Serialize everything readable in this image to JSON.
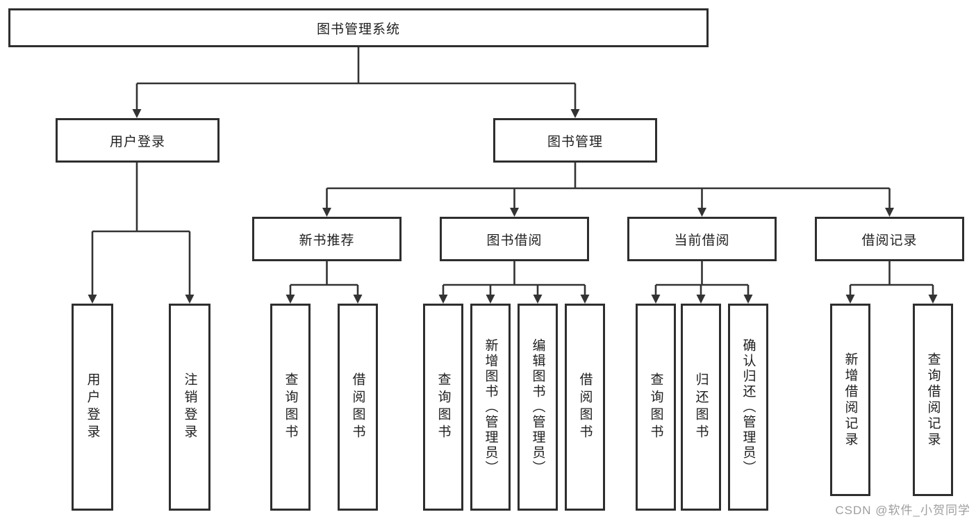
{
  "colors": {
    "line": "#333333",
    "box_border": "#2e2e2e",
    "text": "#1f1f1f",
    "watermark": "#9e9e9e",
    "background": "#ffffff"
  },
  "watermark": "CSDN @软件_小贺同学",
  "tree": {
    "root": {
      "label": "图书管理系统"
    },
    "level2": [
      {
        "label": "用户登录",
        "children": [
          {
            "label": "用户登录"
          },
          {
            "label": "注销登录"
          }
        ]
      },
      {
        "label": "图书管理",
        "children": [
          {
            "label": "新书推荐",
            "children": [
              {
                "label": "查询图书"
              },
              {
                "label": "借阅图书"
              }
            ]
          },
          {
            "label": "图书借阅",
            "children": [
              {
                "label": "查询图书"
              },
              {
                "label": "新增图书（管理员）"
              },
              {
                "label": "编辑图书（管理员）"
              },
              {
                "label": "借阅图书"
              }
            ]
          },
          {
            "label": "当前借阅",
            "children": [
              {
                "label": "查询图书"
              },
              {
                "label": "归还图书"
              },
              {
                "label": "确认归还（管理员）"
              }
            ]
          },
          {
            "label": "借阅记录",
            "children": [
              {
                "label": "新增借阅记录"
              },
              {
                "label": "查询借阅记录"
              }
            ]
          }
        ]
      }
    ]
  }
}
